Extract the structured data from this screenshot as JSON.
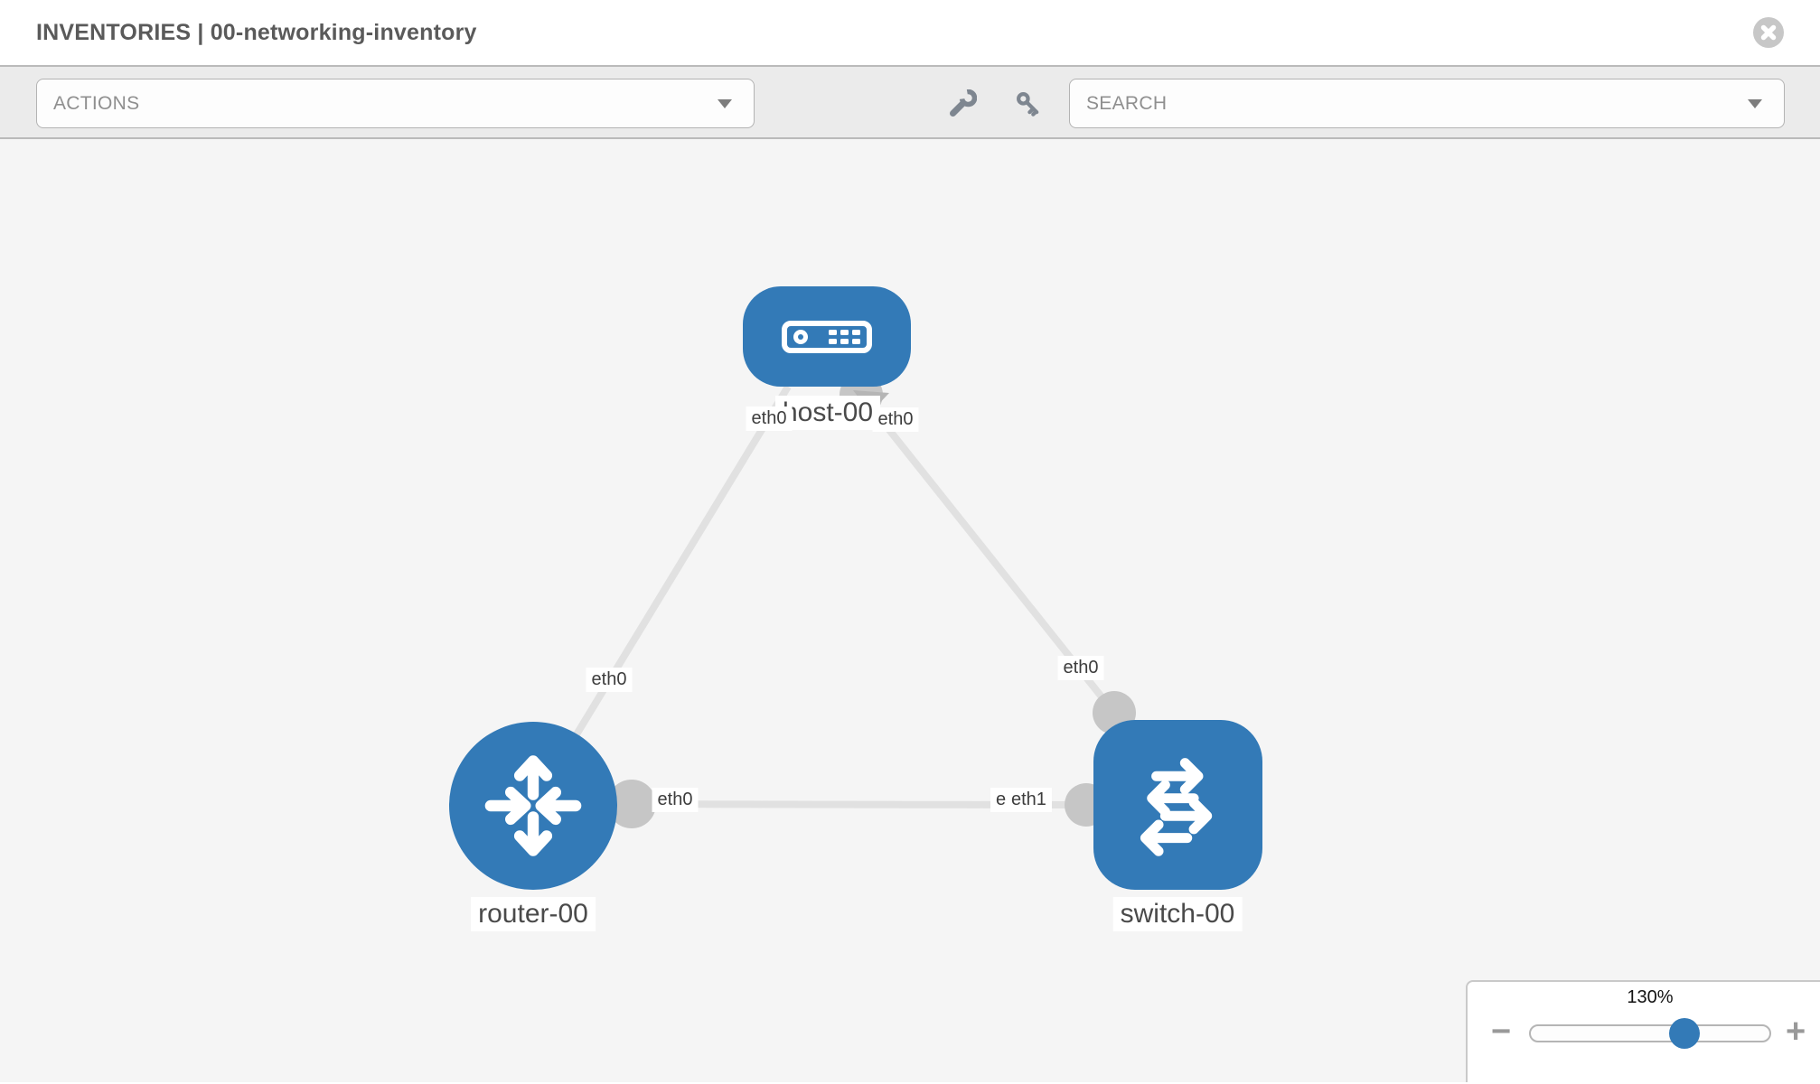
{
  "header": {
    "title": "INVENTORIES | 00-networking-inventory"
  },
  "toolbar": {
    "actions_label": "ACTIONS",
    "search_placeholder": "SEARCH"
  },
  "topology": {
    "nodes": [
      {
        "label": "host-00",
        "type": "host"
      },
      {
        "label": "router-00",
        "type": "router"
      },
      {
        "label": "switch-00",
        "type": "switch"
      }
    ],
    "interface_labels": {
      "host_left": "eth0",
      "host_right": "eth0",
      "host_router_link": "eth0",
      "host_switch_link": "eth0",
      "router_port": "eth0",
      "switch_port_back": "eth0",
      "switch_port_front": "eth1"
    }
  },
  "zoom_control": {
    "level": "130%",
    "minus_label": "−",
    "plus_label": "+"
  },
  "colors": {
    "node_blue": "#337ab7",
    "link_gray": "#e1e1e1",
    "port_gray": "#c6c6c6",
    "toolbar_bg": "#ebebeb",
    "canvas_bg": "#f5f5f5"
  }
}
